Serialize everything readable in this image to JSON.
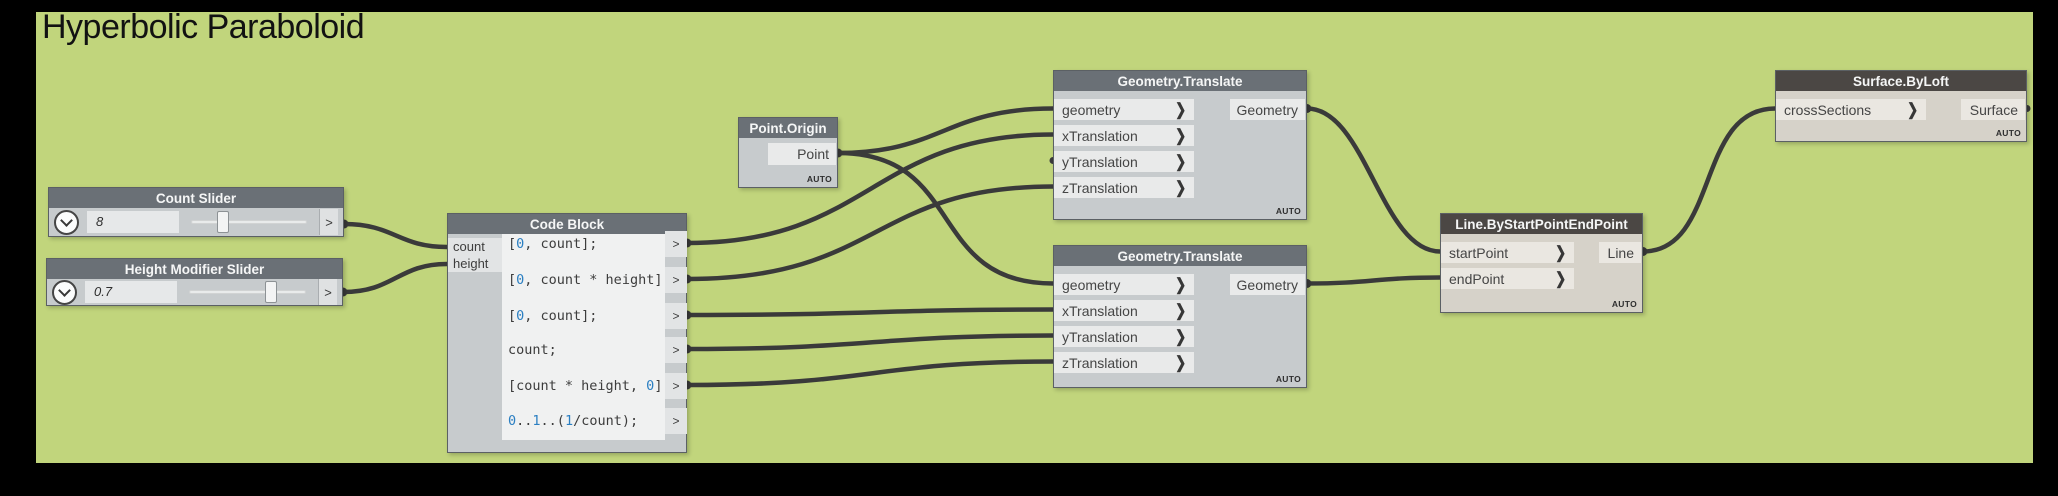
{
  "title": "Hyperbolic Paraboloid",
  "colors": {
    "background": "#c1d57c",
    "frame": "#000000",
    "header_gray": "#6a7076",
    "header_dark": "#4b4744",
    "body_gray": "#c7cbcd",
    "body_beige": "#d6d2c9",
    "port_row_light": "#e9eaea",
    "port_row_beige": "#eae7e1",
    "code_background": "#f0f1f1",
    "wire": "#3a3a3a",
    "number_blue": "#2b7fc2"
  },
  "icons": {
    "port_chevron": "❯",
    "output_chevron": ">"
  },
  "nodes": {
    "count_slider": {
      "title": "Count Slider",
      "value": "8",
      "slider_percent": 28,
      "output_label": ">"
    },
    "height_slider": {
      "title": "Height Modifier Slider",
      "value": "0.7",
      "slider_percent": 70,
      "output_label": ">"
    },
    "code_block": {
      "title": "Code Block",
      "inputs": [
        "count",
        "height"
      ],
      "lines": [
        "[0, count];",
        "[0, count * height];",
        "[0, count];",
        "count;",
        "[count * height, 0];",
        "0..1..(1/count);"
      ],
      "output_label": ">"
    },
    "point_origin": {
      "title": "Point.Origin",
      "output": "Point",
      "lacing": "AUTO"
    },
    "geometry_translate_top": {
      "title": "Geometry.Translate",
      "inputs": [
        "geometry",
        "xTranslation",
        "yTranslation",
        "zTranslation"
      ],
      "output": "Geometry",
      "lacing": "AUTO"
    },
    "geometry_translate_bottom": {
      "title": "Geometry.Translate",
      "inputs": [
        "geometry",
        "xTranslation",
        "yTranslation",
        "zTranslation"
      ],
      "output": "Geometry",
      "lacing": "AUTO"
    },
    "line_by_start_point_end_point": {
      "title": "Line.ByStartPointEndPoint",
      "inputs": [
        "startPoint",
        "endPoint"
      ],
      "output": "Line",
      "lacing": "AUTO"
    },
    "surface_by_loft": {
      "title": "Surface.ByLoft",
      "inputs": [
        "crossSections"
      ],
      "output": "Surface",
      "lacing": "AUTO"
    }
  }
}
